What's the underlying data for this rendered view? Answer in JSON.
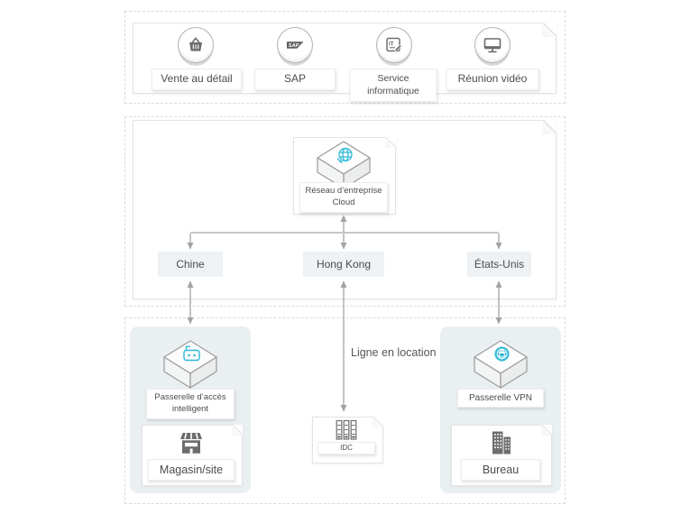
{
  "applications": {
    "items": [
      {
        "label": "Vente au détail",
        "icon": "retail-basket-icon"
      },
      {
        "label": "SAP",
        "icon": "sap-icon",
        "icon_text": "SAP"
      },
      {
        "label": "Service informatique",
        "icon": "it-service-icon",
        "icon_text": "IT"
      },
      {
        "label": "Réunion vidéo",
        "icon": "video-meeting-icon"
      }
    ]
  },
  "cloud_network": {
    "node_label": {
      "line1": "Réseau d’entreprise",
      "line2": "Cloud"
    },
    "regions": [
      {
        "label": "Chine"
      },
      {
        "label": "Hong Kong"
      },
      {
        "label": "États-Unis"
      }
    ]
  },
  "edge": {
    "smart_gateway": {
      "line1": "Passerelle d’accès",
      "line2": "intelligent"
    },
    "store_label": "Magasin/site",
    "leased_line_label": "Ligne en location",
    "idc_label": "IDC",
    "vpn_gateway_label": "Passerelle VPN",
    "office_label": "Bureau"
  },
  "colors": {
    "accent_cyan": "#2bb8d8",
    "icon_gray": "#6d6d6d",
    "arrow_gray": "#a3a3a3",
    "region_fill": "#eef2f4",
    "panel_fill": "#eaeff2",
    "dashed_border": "#d8dbdd"
  }
}
